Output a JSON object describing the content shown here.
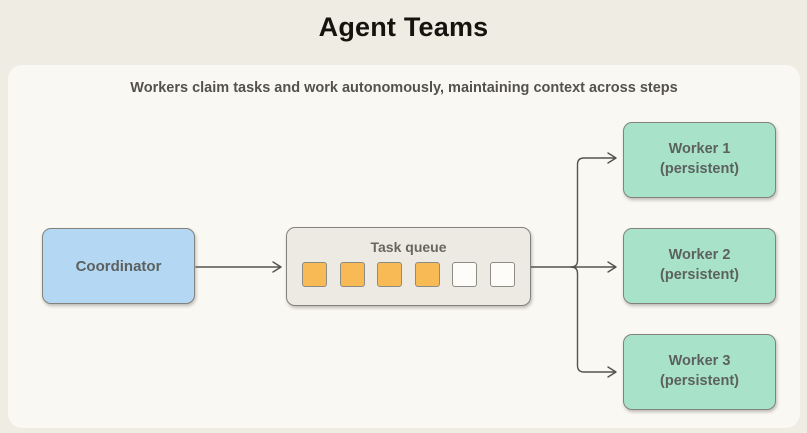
{
  "header": {
    "title": "Agent Teams"
  },
  "panel": {
    "subtitle": "Workers claim tasks and work autonomously, maintaining context across steps"
  },
  "diagram": {
    "coordinator": {
      "label": "Coordinator"
    },
    "task_queue": {
      "label": "Task queue",
      "slots": [
        "filled",
        "filled",
        "filled",
        "filled",
        "empty",
        "empty"
      ],
      "filled_count": 4,
      "empty_count": 2
    },
    "workers": [
      {
        "name": "Worker 1",
        "status": "(persistent)"
      },
      {
        "name": "Worker 2",
        "status": "(persistent)"
      },
      {
        "name": "Worker 3",
        "status": "(persistent)"
      }
    ]
  },
  "colors": {
    "page-bg": "#efece4",
    "panel-bg": "#faf8f2",
    "coordinator-fill": "#b4d7f3",
    "queue-fill": "#edeae3",
    "slot-filled": "#f7ba55",
    "slot-empty": "#fdfcf8",
    "worker-fill": "#a8e3c9",
    "node-border": "#83837b",
    "arrow": "#54534d",
    "title-text": "#16130e",
    "label-text": "#5c615f",
    "subtitle-text": "#54524b",
    "queue-label-text": "#68675f"
  }
}
